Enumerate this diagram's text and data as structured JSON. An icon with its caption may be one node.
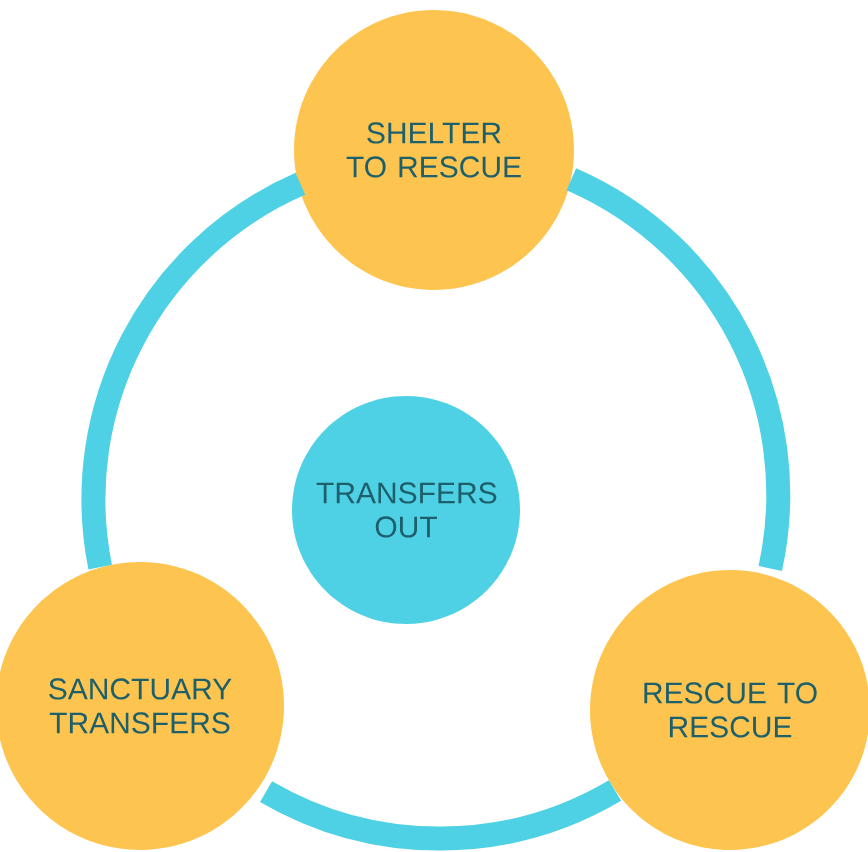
{
  "diagram": {
    "nodes": [
      {
        "text": [
          "SHELTER TO RESCUE"
        ]
      },
      {
        "text": [
          "TRANSFERS OUT"
        ]
      },
      {
        "text": [
          "SANCTUARY TRANSFERS"
        ]
      },
      {
        "text": [
          "RESCUE TO RESCUE"
        ]
      }
    ],
    "edges": [
      {
        "from": 0,
        "to": 3,
        "arrow": "none"
      },
      {
        "from": 3,
        "to": 2,
        "arrow": "none"
      },
      {
        "from": 2,
        "to": 0,
        "arrow": "none"
      }
    ]
  }
}
